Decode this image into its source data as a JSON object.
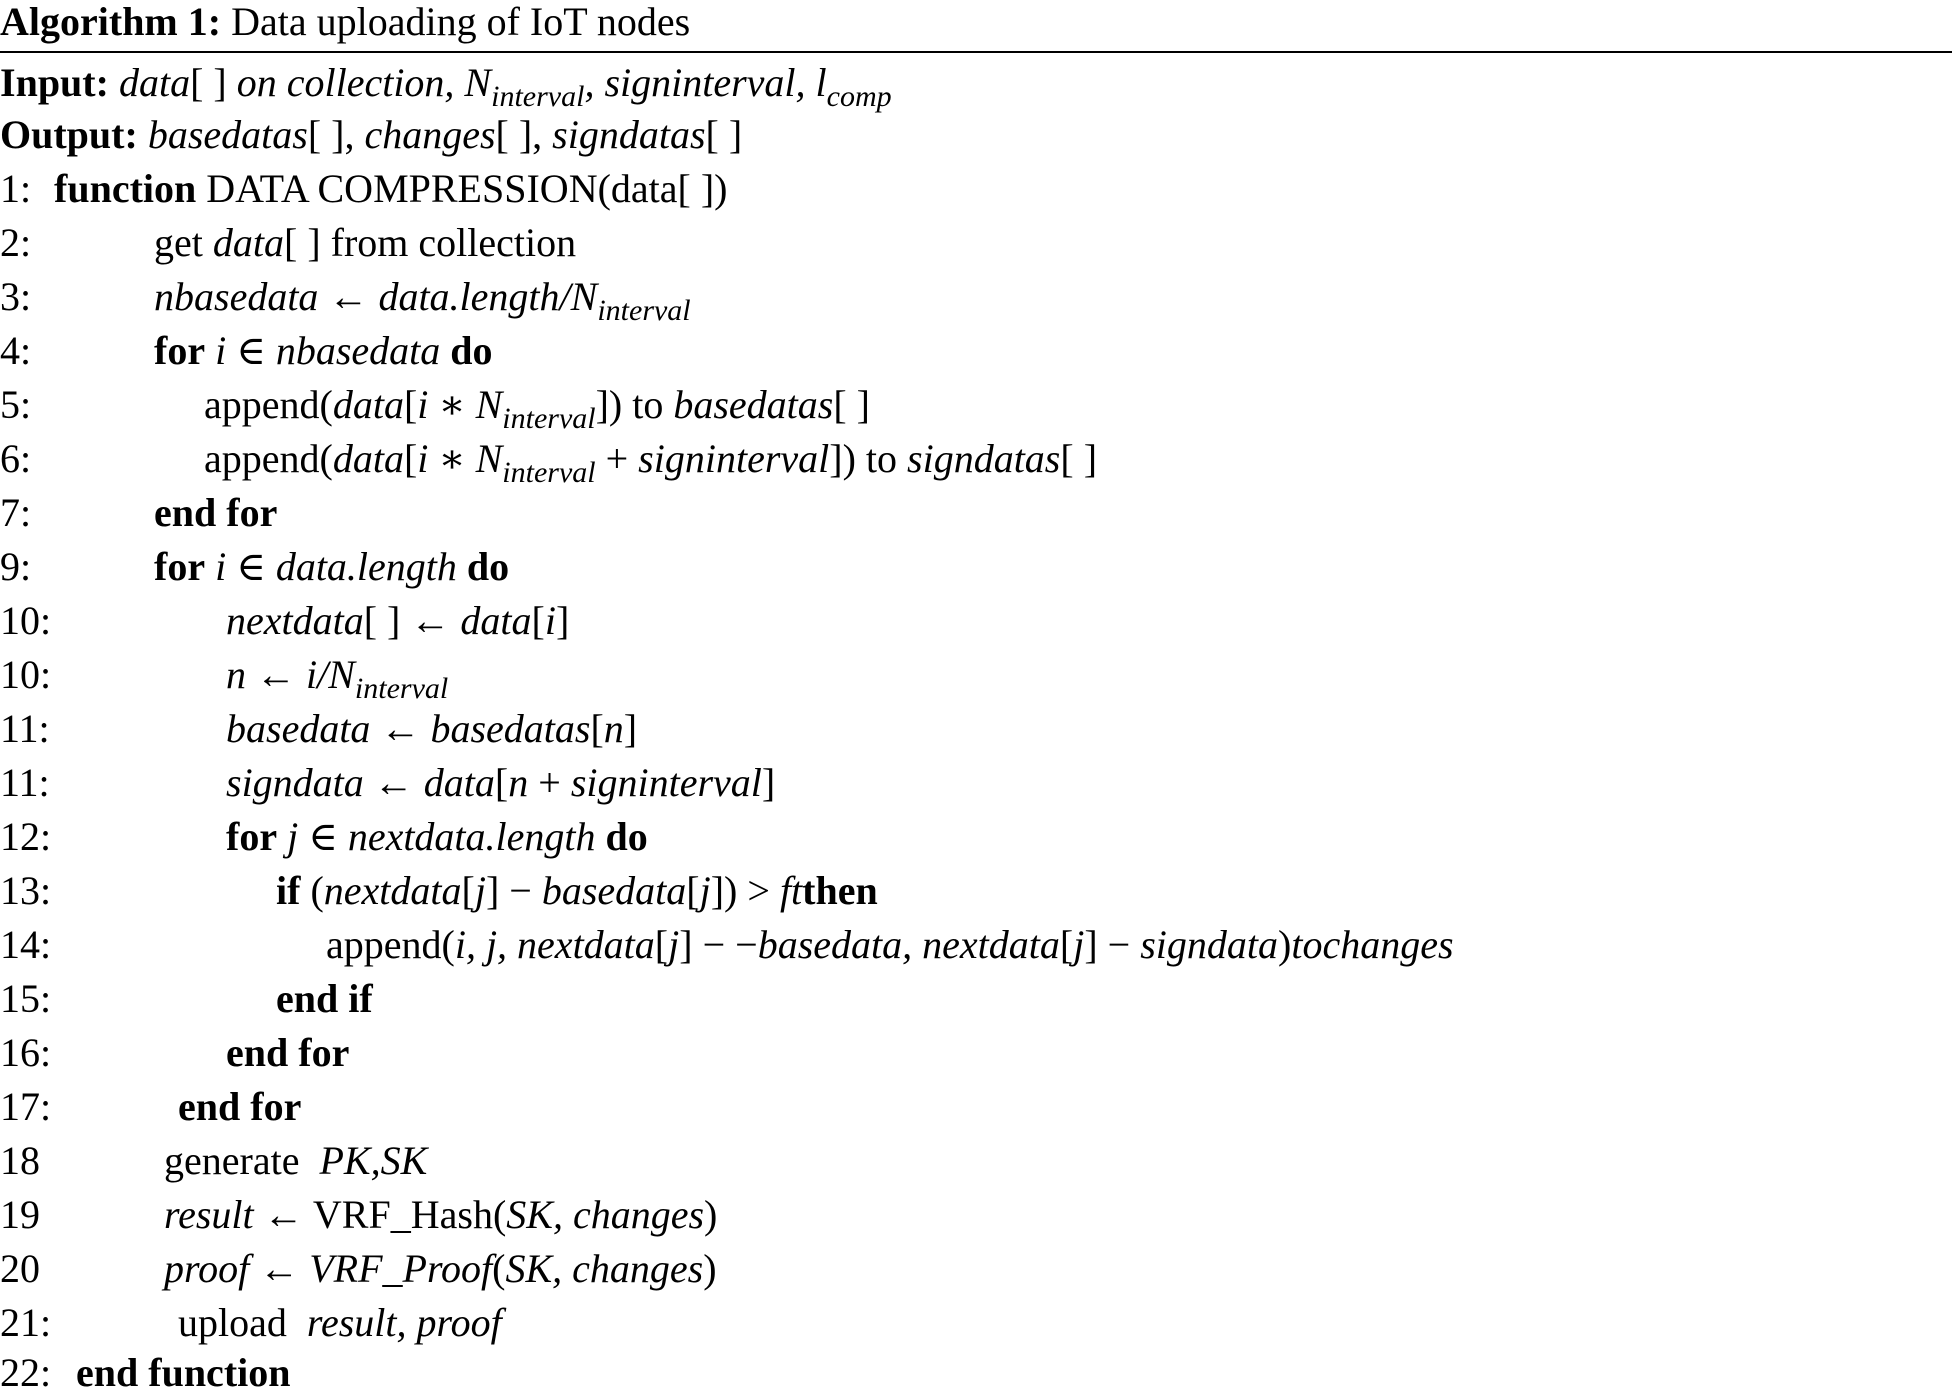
{
  "algorithm": {
    "label": "Algorithm 1:",
    "title": "Data uploading of IoT nodes"
  },
  "input": {
    "label": "Input:",
    "parts": [
      "data",
      "[ ] ",
      "on collection, N",
      "interval",
      ", signinterval, l",
      "comp"
    ]
  },
  "output": {
    "label": "Output:",
    "parts": [
      "basedatas",
      "[ ], ",
      "changes",
      "[ ], ",
      "signdatas",
      "[ ]"
    ]
  },
  "lines": [
    {
      "num": "1:",
      "kw": "function",
      "text": "DATA COMPRESSION(data[ ])"
    },
    {
      "num": "2:",
      "p1": "get ",
      "v1": "data",
      "p2": "[ ] from collection"
    },
    {
      "num": "3:",
      "v1": "nbasedata",
      "op": " ← ",
      "v2": "data.length/N",
      "sub": "interval"
    },
    {
      "num": "4:",
      "kw": "for",
      "v1": "i",
      "op": " ∈ ",
      "v2": "nbasedata",
      "kw2": "do"
    },
    {
      "num": "5:",
      "p1": "append(",
      "v1": "data",
      "p2": "[",
      "v2": "i",
      "op": " ∗ N",
      "sub": "interval",
      "p3": "]) to ",
      "v3": "basedatas",
      "p4": "[ ]"
    },
    {
      "num": "6:",
      "p1": "append(",
      "v1": "data",
      "p2": "[",
      "v2": "i",
      "op": " ∗ N",
      "sub": "interval",
      "op2": " + ",
      "v3": "signinterval",
      "p3": "]) to ",
      "v4": "signdatas",
      "p4": "[ ]"
    },
    {
      "num": "7:",
      "kw": "end for"
    },
    {
      "num": "9:",
      "kw": "for",
      "v1": "i",
      "op": " ∈ ",
      "v2": "data.length",
      "kw2": "do"
    },
    {
      "num": "10:",
      "v1": "nextdata",
      "p1": "[ ]",
      "op": " ← ",
      "v2": "data",
      "p2": "[",
      "v3": "i",
      "p3": "]"
    },
    {
      "num": "10:",
      "v1": "n",
      "op": " ← ",
      "v2": "i/N",
      "sub": "interval"
    },
    {
      "num": "11:",
      "v1": "basedata",
      "op": " ← ",
      "v2": "basedatas",
      "p1": "[",
      "v3": "n",
      "p2": "]"
    },
    {
      "num": "11:",
      "v1": "signdata",
      "op": " ← ",
      "v2": "data",
      "p1": "[",
      "v3": "n",
      "op2": " + ",
      "v4": "signinterval",
      "p2": "]"
    },
    {
      "num": "12:",
      "kw": "for",
      "v1": "j",
      "op": " ∈ ",
      "v2": "nextdata.length",
      "kw2": "do"
    },
    {
      "num": "13:",
      "kw": "if",
      "p1": "(",
      "v1": "nextdata",
      "p2": "[",
      "v2": "j",
      "p3": "]",
      "op": " − ",
      "v3": "basedata",
      "p4": "[",
      "v4": "j",
      "p5": "])",
      "op2": " > ",
      "v5": "ft",
      "kw2": "then"
    },
    {
      "num": "14:",
      "p1": "append(",
      "v1": "i, j, nextdata",
      "p2": "[",
      "v2": "j",
      "p3": "]",
      "op": " − −",
      "v3": "basedata, nextdata",
      "p4": "[",
      "v4": "j",
      "p5": "]",
      "op2": " − ",
      "v5": "signdata",
      "p6": ")",
      "v6": "tochanges"
    },
    {
      "num": "15:",
      "kw": "end if"
    },
    {
      "num": "16:",
      "kw": "end for"
    },
    {
      "num": "17:",
      "kw": "end for"
    },
    {
      "num": "18",
      "p1": "generate ",
      "v1": "PK,SK"
    },
    {
      "num": "19",
      "v1": "result",
      "op": " ← ",
      "p1": "VRF_Hash(",
      "v2": "SK, changes",
      "p2": ")"
    },
    {
      "num": "20",
      "v1": "proof",
      "op": " ← ",
      "v2": "VRF_Proof",
      "p1": "(",
      "v3": "SK, changes",
      "p2": ")"
    },
    {
      "num": "21:",
      "p1": "upload ",
      "v1": "result, proof"
    },
    {
      "num": "22:",
      "kw": "end function"
    }
  ]
}
